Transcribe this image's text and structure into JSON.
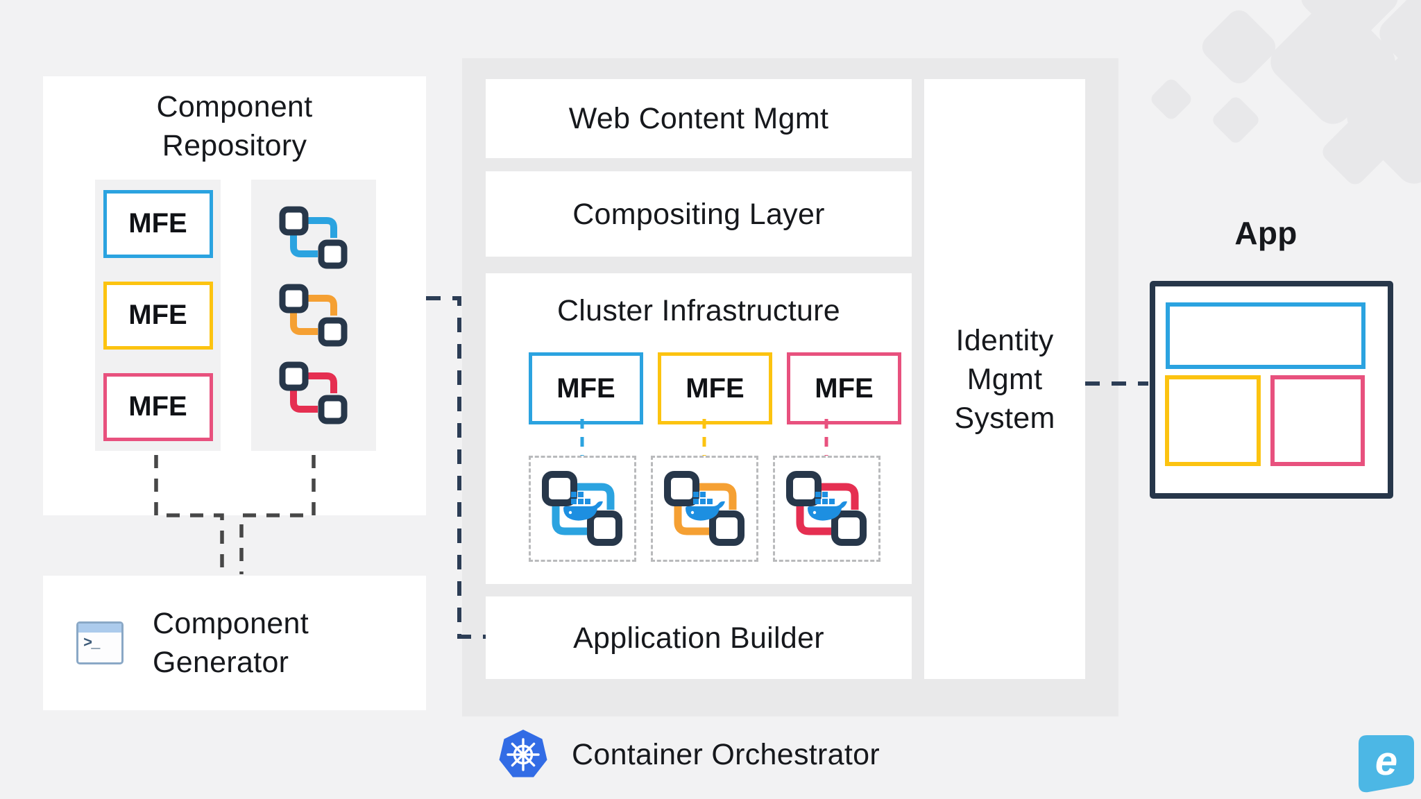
{
  "colors": {
    "blue": "#2ba3e0",
    "yellow": "#fcc310",
    "pink": "#e8517e",
    "orange": "#f5a033",
    "red": "#e52f51",
    "navy": "#27374a",
    "dash_dark": "#474747",
    "dash_navy": "#2c3d55",
    "docker_blue": "#1d8fe1",
    "kubernetes_blue": "#326ce5",
    "logo_blue": "#4cb7e5",
    "panel_gray": "#e9e9ea",
    "subpanel_gray": "#f1f1f2"
  },
  "repository": {
    "title": "Component\nRepository",
    "mfes": [
      {
        "label": "MFE",
        "color": "blue"
      },
      {
        "label": "MFE",
        "color": "yellow"
      },
      {
        "label": "MFE",
        "color": "pink"
      }
    ],
    "flow_icons": [
      {
        "color": "blue"
      },
      {
        "color": "orange"
      },
      {
        "color": "red"
      }
    ]
  },
  "generator": {
    "title": "Component\nGenerator",
    "terminal_glyph": ">_"
  },
  "platform": {
    "web_content_label": "Web Content Mgmt",
    "compositing_label": "Compositing Layer",
    "cluster": {
      "title": "Cluster Infrastructure",
      "mfes": [
        {
          "label": "MFE",
          "color": "blue"
        },
        {
          "label": "MFE",
          "color": "yellow"
        },
        {
          "label": "MFE",
          "color": "pink"
        }
      ],
      "containers": [
        {
          "color": "blue"
        },
        {
          "color": "orange"
        },
        {
          "color": "red"
        }
      ]
    },
    "application_builder_label": "Application Builder",
    "identity_label": "Identity\nMgmt\nSystem"
  },
  "app": {
    "title": "App"
  },
  "orchestrator": {
    "label": "Container Orchestrator"
  },
  "brand": {
    "letter": "e"
  }
}
